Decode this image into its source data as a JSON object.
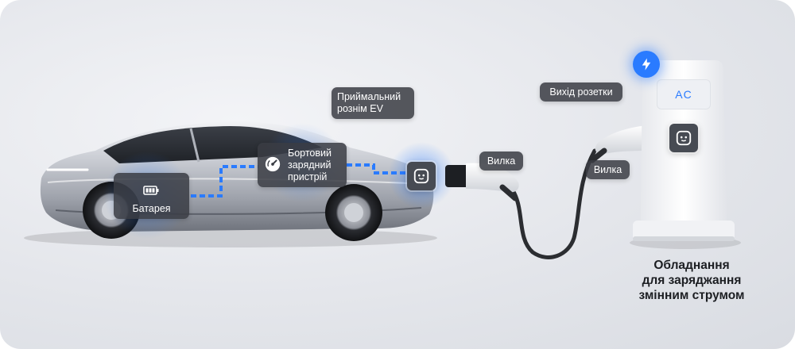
{
  "labels": {
    "battery": "Батарея",
    "onboard_charger": [
      "Бортовий",
      "зарядний",
      "пристрій"
    ],
    "ev_inlet": [
      "Приймальний",
      "рознім EV"
    ],
    "plug_left": "Вилка",
    "plug_right": "Вилка",
    "socket_outlet": "Вихід розетки"
  },
  "station": {
    "screen_text": "AC"
  },
  "caption": [
    "Обладнання",
    "для заряджання",
    "змінним струмом"
  ],
  "colors": {
    "accent_blue": "#2a7bff",
    "tag_bg": "#3a3d44",
    "station_body": "#f4f5f7"
  },
  "icons": [
    "battery-icon",
    "gauge-icon",
    "socket-icon",
    "bolt-icon"
  ]
}
